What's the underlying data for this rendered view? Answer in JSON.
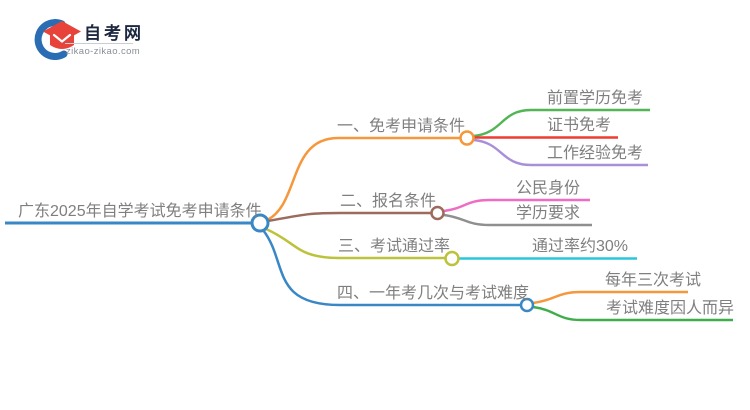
{
  "logo": {
    "title": "自考网",
    "domain": "zikao-zikao.com",
    "icon": "graduation-cap-logo-icon",
    "brand_blue": "#2a6db3",
    "brand_red": "#e8433a"
  },
  "mindmap": {
    "text_color": "#7f7f7f",
    "root": {
      "label": "广东2025年自学考试免考申请条件",
      "color": "#3a87c6"
    },
    "branches": [
      {
        "label": "一、免考申请条件",
        "color": "#f5973a",
        "children": [
          {
            "label": "前置学历免考",
            "color": "#52b556"
          },
          {
            "label": "证书免考",
            "color": "#ee3c30"
          },
          {
            "label": "工作经验免考",
            "color": "#a98fd8"
          }
        ]
      },
      {
        "label": "二、报名条件",
        "color": "#9c6b5e",
        "children": [
          {
            "label": "公民身份",
            "color": "#ee6cc3"
          },
          {
            "label": "学历要求",
            "color": "#8f8f8f"
          }
        ]
      },
      {
        "label": "三、考试通过率",
        "color": "#bcc23a",
        "children": [
          {
            "label": "通过率约30%",
            "color": "#2cc6da"
          }
        ]
      },
      {
        "label": "四、一年考几次与考试难度",
        "color": "#3a87c6",
        "children": [
          {
            "label": "每年三次考试",
            "color": "#f5973a"
          },
          {
            "label": "考试难度因人而异",
            "color": "#3fae4a"
          }
        ]
      }
    ]
  }
}
